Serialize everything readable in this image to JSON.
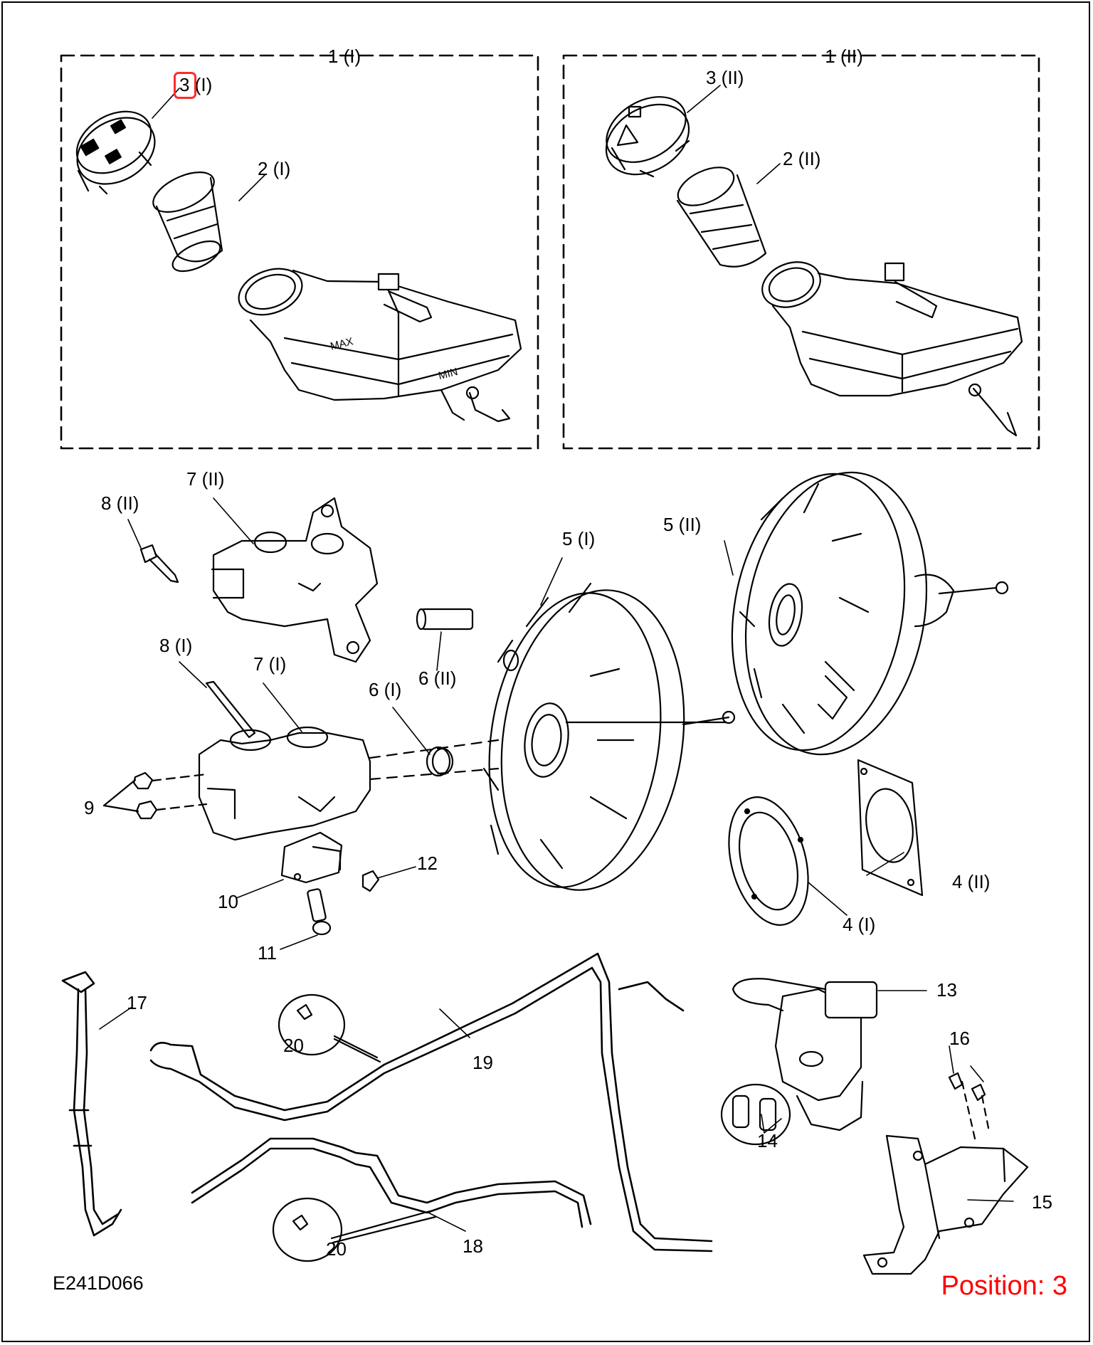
{
  "drawing_code": "E241D066",
  "position_text": "Position: 3",
  "highlight_color": "#ff0000",
  "labels": {
    "group_1_i": "1 (I)",
    "group_1_ii": "1 (II)",
    "cap_3_i": "3 (I)",
    "cap_3_ii": "3 (II)",
    "strainer_2_i": "2 (I)",
    "strainer_2_ii": "2 (II)",
    "mc_7_ii": "7 (II)",
    "bolt_8_ii": "8 (II)",
    "booster_5_i": "5 (I)",
    "booster_5_ii": "5 (II)",
    "stud_8_i": "8 (I)",
    "mc_7_i": "7 (I)",
    "seal_6_i": "6 (I)",
    "seal_6_ii": "6 (II)",
    "nut_9": "9",
    "sensor_10": "10",
    "clip_12": "12",
    "screw_11": "11",
    "gasket_4_i": "4 (I)",
    "gasket_4_ii": "4 (II)",
    "pump_13": "13",
    "hose_17": "17",
    "clamp_20_a": "20",
    "pipe_19": "19",
    "bolt_16": "16",
    "mount_14": "14",
    "bracket_15": "15",
    "pipe_18": "18",
    "clamp_20_b": "20"
  },
  "reservoir": {
    "max_mark": "MAX",
    "min_mark": "MIN"
  }
}
